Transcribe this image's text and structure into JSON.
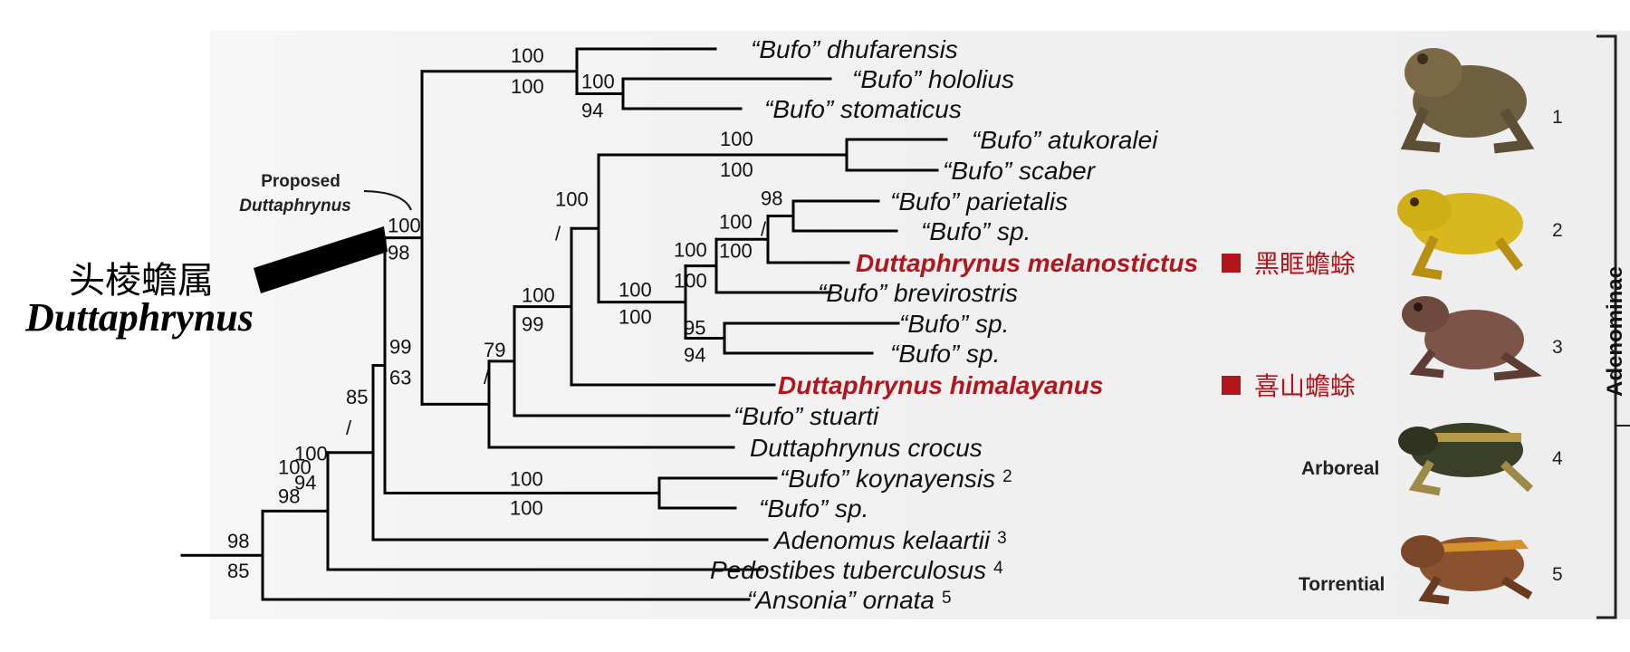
{
  "taxa": [
    {
      "name": "“Bufo” dhufarensis",
      "note": ""
    },
    {
      "name": "“Bufo” hololius",
      "note": ""
    },
    {
      "name": "“Bufo” stomaticus",
      "note": ""
    },
    {
      "name": "“Bufo” atukoralei",
      "note": ""
    },
    {
      "name": "“Bufo” scaber",
      "note": ""
    },
    {
      "name": "“Bufo” parietalis",
      "note": ""
    },
    {
      "name": "“Bufo” sp.",
      "note": ""
    },
    {
      "name": "Duttaphrynus melanostictus",
      "note": ""
    },
    {
      "name": "“Bufo” brevirostris",
      "note": ""
    },
    {
      "name": "“Bufo” sp.",
      "note": ""
    },
    {
      "name": "“Bufo” sp.",
      "note": ""
    },
    {
      "name": "Duttaphrynus himalayanus",
      "note": ""
    },
    {
      "name": "“Bufo” stuarti",
      "note": ""
    },
    {
      "name": "Duttaphrynus crocus",
      "note": ""
    },
    {
      "name": "“Bufo” koynayensis",
      "note": "2"
    },
    {
      "name": "“Bufo” sp.",
      "note": ""
    },
    {
      "name": "Adenomus kelaartii",
      "note": "3"
    },
    {
      "name": "Pedostibes tuberculosus",
      "note": "4"
    },
    {
      "name": "“Ansonia” ornata",
      "note": "5"
    }
  ],
  "supports": [
    {
      "top": "100",
      "bottom": "100"
    },
    {
      "top": "100",
      "bottom": "94"
    },
    {
      "top": "100",
      "bottom": "100"
    },
    {
      "top": "98",
      "bottom": "/"
    },
    {
      "top": "100",
      "bottom": "100"
    },
    {
      "top": "100",
      "bottom": "100"
    },
    {
      "top": "95",
      "bottom": "94"
    },
    {
      "top": "100",
      "bottom": "100"
    },
    {
      "top": "100",
      "bottom": "/"
    },
    {
      "top": "100",
      "bottom": "99"
    },
    {
      "top": "79",
      "bottom": "/"
    },
    {
      "top": "100",
      "bottom": "98"
    },
    {
      "top": "99",
      "bottom": "63"
    },
    {
      "top": "100",
      "bottom": "100"
    },
    {
      "top": "85",
      "bottom": "/"
    },
    {
      "top": "100",
      "bottom": "94"
    },
    {
      "top": "100",
      "bottom": "98"
    },
    {
      "top": "98",
      "bottom": "85"
    }
  ],
  "annotations": {
    "proposed_line1": "Proposed",
    "proposed_line2": "Duttaphrynus",
    "genus_cn": "头棱蟾属",
    "genus_latin": "Duttaphrynus",
    "melanostictus_cn": "黑眶蟾蜍",
    "himalayanus_cn": "喜山蟾蜍",
    "clade": "Adenominae"
  },
  "images": [
    {
      "number": "1",
      "habitat": ""
    },
    {
      "number": "2",
      "habitat": ""
    },
    {
      "number": "3",
      "habitat": ""
    },
    {
      "number": "4",
      "habitat": "Arboreal"
    },
    {
      "number": "5",
      "habitat": "Torrential"
    }
  ],
  "colors": {
    "highlight": "#b3151c",
    "branch": "#000000",
    "panel": "#f1f1f1"
  }
}
